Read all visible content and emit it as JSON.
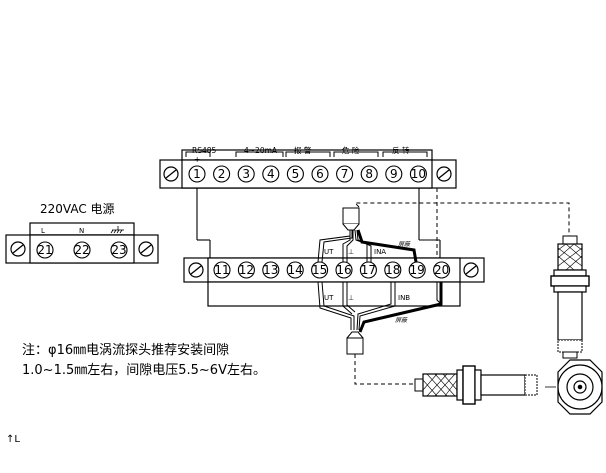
{
  "top_block": {
    "group_labels": [
      "RS485",
      "4~20mA",
      "报 警",
      "危 险",
      "反 转"
    ],
    "polarity": [
      "+",
      "-"
    ],
    "terminals": [
      "1",
      "2",
      "3",
      "4",
      "5",
      "6",
      "7",
      "8",
      "9",
      "10"
    ]
  },
  "power_block": {
    "title": "220VAC 电源",
    "labels": [
      "L",
      "N"
    ],
    "terminals": [
      "21",
      "22",
      "23"
    ]
  },
  "bottom_block": {
    "terminals": [
      "11",
      "12",
      "13",
      "14",
      "15",
      "16",
      "17",
      "18",
      "19",
      "20"
    ],
    "upper_labels": [
      "UT",
      "⊥",
      "INA"
    ],
    "lower_labels": [
      "UT",
      "⊥",
      "INB"
    ],
    "wire_color_label_top": "屏蔽",
    "wire_color_label_bottom": "屏蔽"
  },
  "note": {
    "line1": "注：φ16㎜电涡流探头推荐安装间隙",
    "line2": "1.0~1.5㎜左右，间隙电压5.5~6V左右。"
  },
  "corner_mark": "↑L"
}
